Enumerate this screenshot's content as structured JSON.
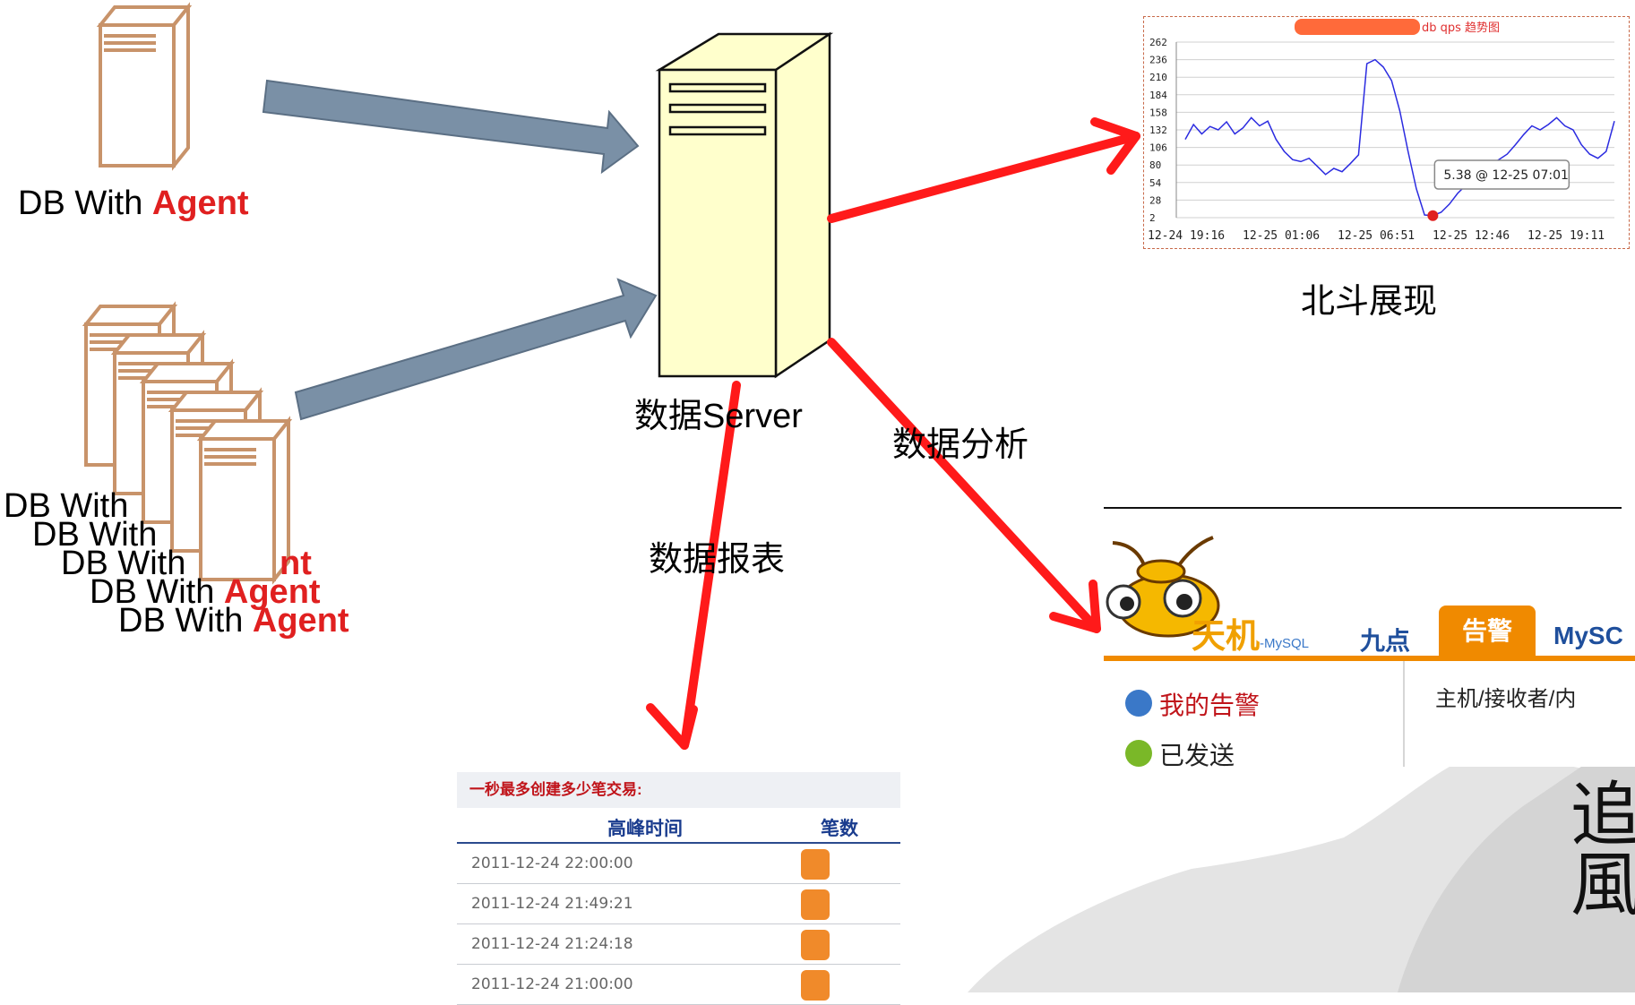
{
  "nodes": {
    "db_single": {
      "label_prefix": "DB With ",
      "label_suffix": "Agent"
    },
    "db_cluster": {
      "labels": [
        {
          "prefix": "DB With",
          "suffix": ""
        },
        {
          "prefix": "DB With",
          "suffix": ""
        },
        {
          "prefix": "DB With",
          "suffix": "nt"
        },
        {
          "prefix": "DB With ",
          "suffix": "Agent"
        },
        {
          "prefix": "DB With ",
          "suffix": "Agent"
        }
      ]
    },
    "server": {
      "label": "数据Server"
    }
  },
  "edges": {
    "beidou": "北斗展现",
    "analysis": "数据分析",
    "report": "数据报表"
  },
  "colors": {
    "agent": "#e02020",
    "arrow_red": "#ff1a1a",
    "arrow_blue": "#7a90a6",
    "server_fill": "#ffffcc",
    "db_stroke": "#c8936a",
    "chart_line": "#2b2be0"
  },
  "chart_data": {
    "type": "line",
    "title": "db qps 趋势图",
    "xlabel": "",
    "ylabel": "",
    "ylim": [
      2,
      262
    ],
    "yticks": [
      "262",
      "236",
      "210",
      "184",
      "158",
      "132",
      "106",
      "80",
      "54",
      "28",
      "2"
    ],
    "xticks": [
      "12-24 19:16",
      "12-25 01:06",
      "12-25 06:51",
      "12-25 12:46",
      "12-25 19:11"
    ],
    "tooltip": "5.38 @ 12-25 07:01",
    "series": [
      {
        "values": [
          118,
          140,
          126,
          137,
          132,
          144,
          126,
          135,
          150,
          138,
          145,
          118,
          100,
          88,
          85,
          90,
          78,
          66,
          75,
          70,
          82,
          95,
          230,
          236,
          225,
          205,
          160,
          100,
          45,
          6,
          5,
          10,
          22,
          38,
          50,
          60,
          72,
          80,
          88,
          96,
          110,
          125,
          138,
          132,
          140,
          150,
          138,
          132,
          110,
          96,
          90,
          100,
          145
        ]
      }
    ]
  },
  "report": {
    "caption": "一秒最多创建多少笔交易:",
    "col_time": "高峰时间",
    "col_count": "笔数",
    "rows": [
      {
        "time": "2011-12-24 22:00:00"
      },
      {
        "time": "2011-12-24 21:49:21"
      },
      {
        "time": "2011-12-24 21:24:18"
      },
      {
        "time": "2011-12-24 21:00:00"
      }
    ]
  },
  "tianji": {
    "brand": "天机",
    "brand_sub": "-MySQL",
    "nav": [
      "九点",
      "告警",
      "MySC"
    ],
    "sidebar": [
      "我的告警",
      "已发送"
    ],
    "main_label": "主机/接收者/内"
  },
  "watermark": "追風"
}
